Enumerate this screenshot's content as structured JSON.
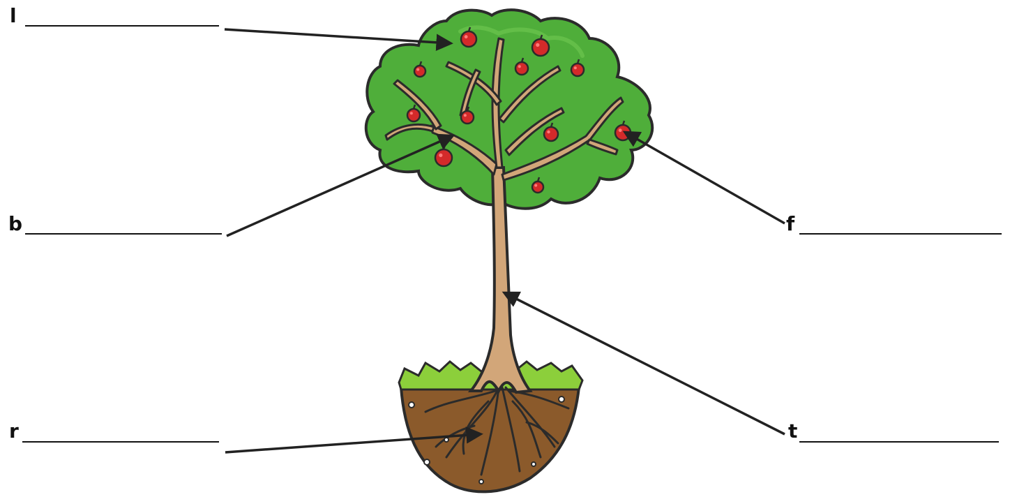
{
  "worksheet": {
    "labels": [
      {
        "id": "leaves",
        "letter": "l"
      },
      {
        "id": "branch",
        "letter": "b"
      },
      {
        "id": "roots",
        "letter": "r"
      },
      {
        "id": "fruit",
        "letter": "f"
      },
      {
        "id": "trunk",
        "letter": "t"
      }
    ]
  },
  "colors": {
    "canopy": "#4fae3a",
    "canopy_dark": "#3a8f2a",
    "trunk": "#d2a679",
    "outline": "#2b2b2b",
    "apple": "#d42a2a",
    "grass": "#8ccf3b",
    "soil": "#8b5a2b",
    "arrow": "#222222"
  }
}
